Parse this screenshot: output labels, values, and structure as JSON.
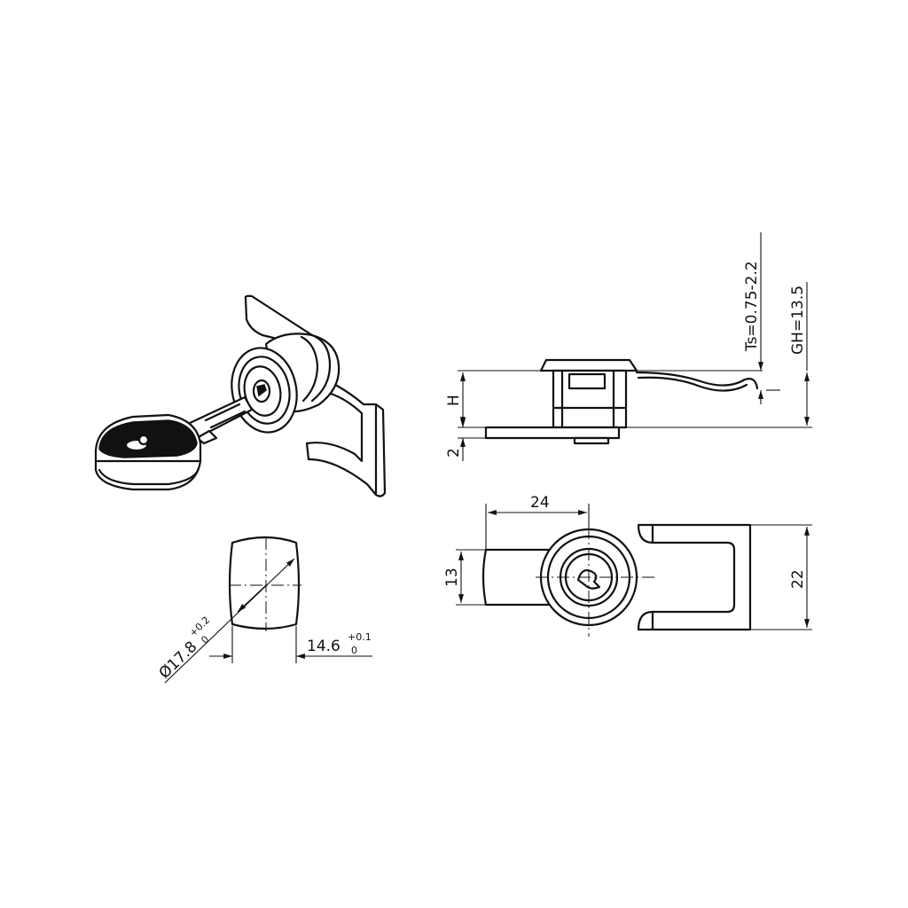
{
  "dimensions": {
    "h_label": "H",
    "two_label": "2",
    "ts_label": "Ts=0.75-2.2",
    "gh_label": "GH=13.5",
    "w24_label": "24",
    "w13_label": "13",
    "w22_label": "22",
    "dia_main": "Ø17.8",
    "dia_tol_upper": "+0.2",
    "dia_tol_lower": "0",
    "width_main": "14.6",
    "width_tol_upper": "+0.1",
    "width_tol_lower": "0"
  },
  "colors": {
    "line": "#111111",
    "background": "#ffffff"
  }
}
